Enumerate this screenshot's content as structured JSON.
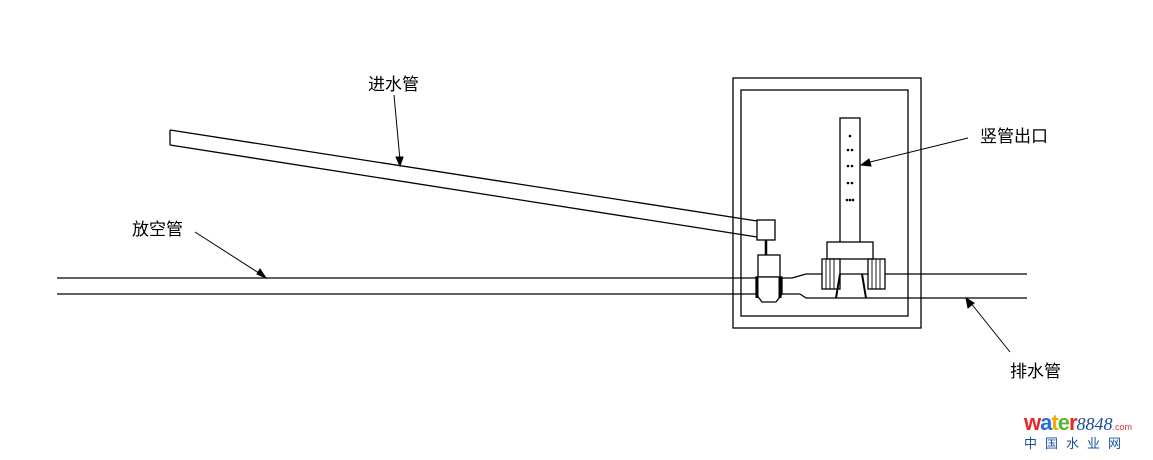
{
  "labels": {
    "inlet": "进水管",
    "drain_empty": "放空管",
    "riser_outlet": "竖管出口",
    "outlet": "排水管"
  },
  "logo": {
    "water": "water",
    "num": "8848",
    "com": ".com",
    "cn": "中国水业网",
    "colors": [
      "#e8262b",
      "#1e6fd9",
      "#f5a800",
      "#5cb531",
      "#e8262b"
    ]
  }
}
